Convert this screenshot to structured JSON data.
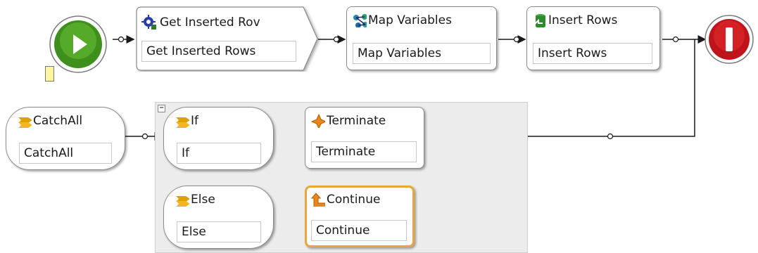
{
  "nodes": {
    "get_inserted": {
      "title": "Get Inserted Rov",
      "field": "Get Inserted Rows"
    },
    "map_vars": {
      "title": "Map Variables",
      "field": "Map Variables"
    },
    "insert_rows": {
      "title": "Insert Rows",
      "field": "Insert Rows"
    },
    "catchall": {
      "title": "CatchAll",
      "field": "CatchAll"
    },
    "if": {
      "title": "If",
      "field": "If"
    },
    "terminate": {
      "title": "Terminate",
      "field": "Terminate"
    },
    "else": {
      "title": "Else",
      "field": "Else"
    },
    "continue": {
      "title": "Continue",
      "field": "Continue"
    }
  },
  "group": {
    "collapse_glyph": "−"
  },
  "colors": {
    "start": "#3f8f1c",
    "stop": "#c0141c",
    "highlight": "#e8a63c",
    "group_bg": "#ececec",
    "note": "#fff4a0"
  },
  "icons": {
    "start": "play-icon",
    "stop": "stop-icon",
    "get_inserted": "gear-database-icon",
    "map_vars": "map-nodes-icon",
    "insert_rows": "insert-database-icon",
    "catchall": "branch-arrow-icon",
    "if": "branch-arrow-icon",
    "else": "branch-arrow-icon",
    "terminate": "terminate-cross-icon",
    "continue": "continue-arrow-icon"
  }
}
